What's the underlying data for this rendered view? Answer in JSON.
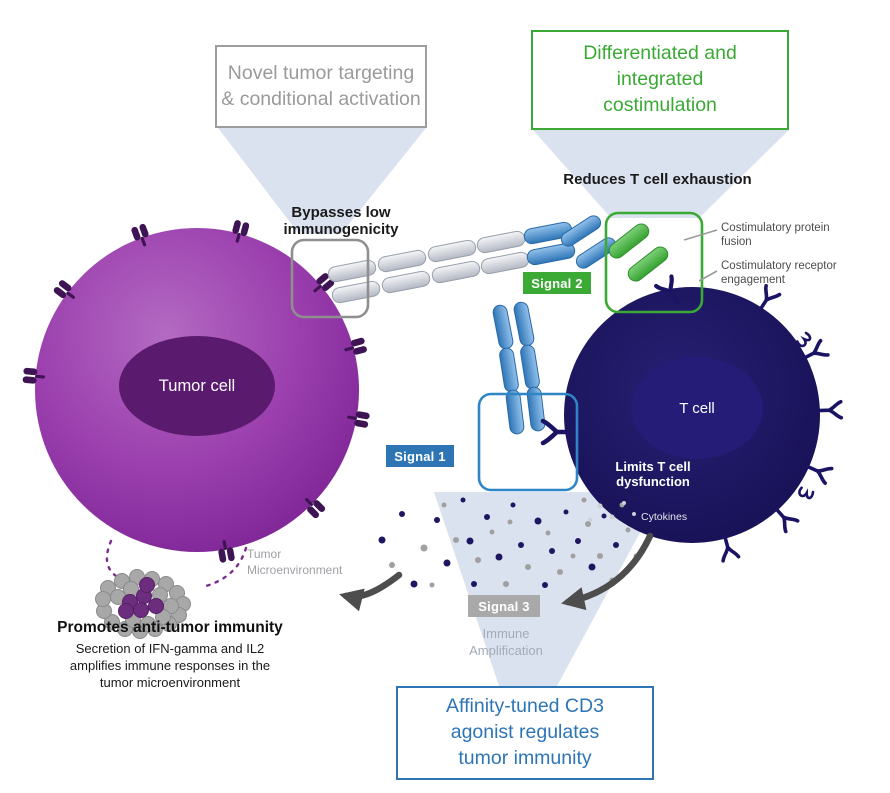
{
  "boxes": {
    "novel": {
      "label": "Novel tumor targeting\n& conditional activation"
    },
    "costim": {
      "label": "Differentiated and\nintegrated\ncostimulation"
    },
    "cd3": {
      "label": "Affinity-tuned CD3\nagonist regulates\ntumor immunity"
    }
  },
  "callouts": {
    "bypasses": "Bypasses low immunogenicity",
    "reduces": "Reduces T cell exhaustion",
    "limits": "Limits T cell dysfunction",
    "cytokines": "Cytokines",
    "tumor_microenvironment": "Tumor\nMicroenvironment",
    "immune_amplification": "Immune\nAmplification",
    "costim_fusion": "Costimulatory protein\nfusion",
    "costim_receptor": "Costimulatory receptor\nengagement"
  },
  "cells": {
    "tumor": "Tumor cell",
    "t_cell": "T cell"
  },
  "signals": [
    {
      "label": "Signal 1",
      "color": "#2e75b6"
    },
    {
      "label": "Signal 2",
      "color": "#3aaa35"
    },
    {
      "label": "Signal 3",
      "color": "#a6a6a6"
    }
  ],
  "bottom_left": {
    "title": "Promotes anti-tumor immunity",
    "body": "Secretion of IFN-gamma and IL2\namplifies immune responses in the\ntumor microenvironment"
  },
  "colors": {
    "tumor_purple": "#8c2d9e",
    "t_cell_navy": "#1b1464",
    "signal1_blue": "#2e75b6",
    "signal2_green": "#3aaa35",
    "signal3_gray": "#a6a6a6",
    "funnel": "#dbe2ef",
    "box_gray": "#9d9d9c"
  }
}
